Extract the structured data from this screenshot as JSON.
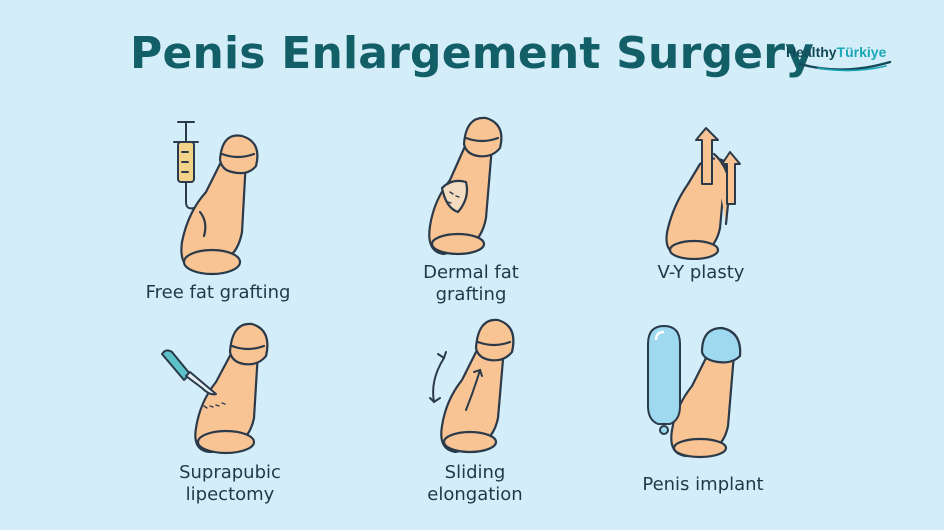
{
  "title": "Penis Enlargement Surgery",
  "logo": {
    "part1": "Healthy",
    "part2": "Türkiye"
  },
  "colors": {
    "background": "#d4eef9",
    "title": "#135f67",
    "skin": "#f9c494",
    "skin_dark": "#e9a36d",
    "outline": "#2b3a4a",
    "implant": "#9fd9ef",
    "scalpel": "#5cc1c8"
  },
  "procedures": [
    {
      "label": "Free fat grafting",
      "icon": "syringe-icon"
    },
    {
      "label": "Dermal fat\ngrafting",
      "icon": "skin-patch-icon"
    },
    {
      "label": "V-Y plasty",
      "icon": "arrows-up-icon"
    },
    {
      "label": "Suprapubic\nlipectomy",
      "icon": "scalpel-icon"
    },
    {
      "label": "Sliding\nelongation",
      "icon": "sliding-arrows-icon"
    },
    {
      "label": "Penis implant",
      "icon": "implant-icon"
    }
  ]
}
